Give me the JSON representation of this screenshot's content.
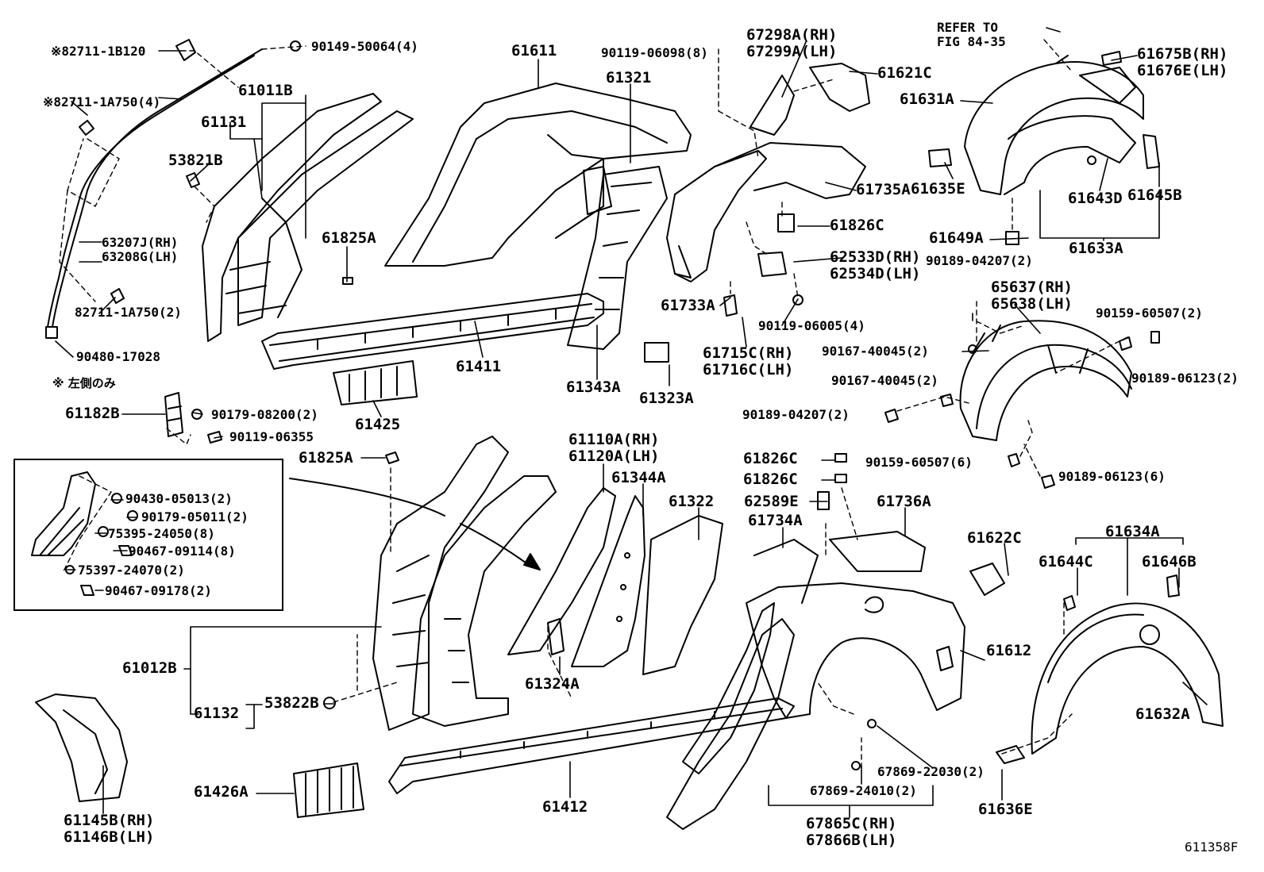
{
  "figure_id": "611358F",
  "note": "※ 左側のみ",
  "labels": {
    "p82711_1b120": "※82711-1B120",
    "p90149": "90149-50064(4)",
    "p82711_1a750_4": "※82711-1A750(4)",
    "p61011b": "61011B",
    "p61131": "61131",
    "p53821b": "53821B",
    "p63207j": "63207J(RH)",
    "p63208g": "63208G(LH)",
    "p82711_1a750_2": "82711-1A750(2)",
    "p90480": "90480-17028",
    "p61825a_top": "61825A",
    "p61611": "61611",
    "p61321": "61321",
    "p90119_06098": "90119-06098(8)",
    "p61411": "61411",
    "p61425": "61425",
    "p61343a": "61343A",
    "p61323a": "61323A",
    "p67298a": "67298A(RH)",
    "p67299a": "67299A(LH)",
    "p61621c": "61621C",
    "p61735a": "61735A",
    "p61826c_top": "61826C",
    "p62533d": "62533D(RH)",
    "p62534d": "62534D(LH)",
    "p61733a": "61733A",
    "p90119_06005": "90119-06005(4)",
    "p61715c": "61715C(RH)",
    "p61716c": "61716C(LH)",
    "refer1": "REFER TO",
    "refer2": "FIG 84-35",
    "p61675b": "61675B(RH)",
    "p61676e": "61676E(LH)",
    "p61631a": "61631A",
    "p61635e": "61635E",
    "p61643d": "61643D",
    "p61645b": "61645B",
    "p61649a": "61649A",
    "p61633a": "61633A",
    "p90189_04207_top": "90189-04207(2)",
    "p65637": "65637(RH)",
    "p65638": "65638(LH)",
    "p90159_60507_2": "90159-60507(2)",
    "p90167_40045_a": "90167-40045(2)",
    "p90167_40045_b": "90167-40045(2)",
    "p90189_06123_2": "90189-06123(2)",
    "p90189_04207_mid": "90189-04207(2)",
    "p90159_60507_6": "90159-60507(6)",
    "p90189_06123_6": "90189-06123(6)",
    "p61182b": "61182B",
    "p90179_08200": "90179-08200(2)",
    "p90119_06355": "90119-06355",
    "p61825a_mid": "61825A",
    "p61110a": "61110A(RH)",
    "p61120a": "61120A(LH)",
    "p61344a": "61344A",
    "p61322": "61322",
    "p61826c_a": "61826C",
    "p61826c_b": "61826C",
    "p62589e": "62589E",
    "p61734a": "61734A",
    "p61736a": "61736A",
    "p61622c": "61622C",
    "p61634a": "61634A",
    "p61644c": "61644C",
    "p61646b": "61646B",
    "p90430": "90430-05013(2)",
    "p90179_05011": "90179-05011(2)",
    "p75395": "75395-24050(8)",
    "p90467_09114": "90467-09114(8)",
    "p75397": "75397-24070(2)",
    "p90467_09178": "90467-09178(2)",
    "p61012b": "61012B",
    "p61132": "61132",
    "p53822b": "53822B",
    "p61324a": "61324A",
    "p61612": "61612",
    "p61632a": "61632A",
    "p67869_22030": "67869-22030(2)",
    "p67869_24010": "67869-24010(2)",
    "p61426a": "61426A",
    "p61412": "61412",
    "p67865c": "67865C(RH)",
    "p67866b": "67866B(LH)",
    "p61636e": "61636E",
    "p61145b": "61145B(RH)",
    "p61146b": "61146B(LH)"
  }
}
